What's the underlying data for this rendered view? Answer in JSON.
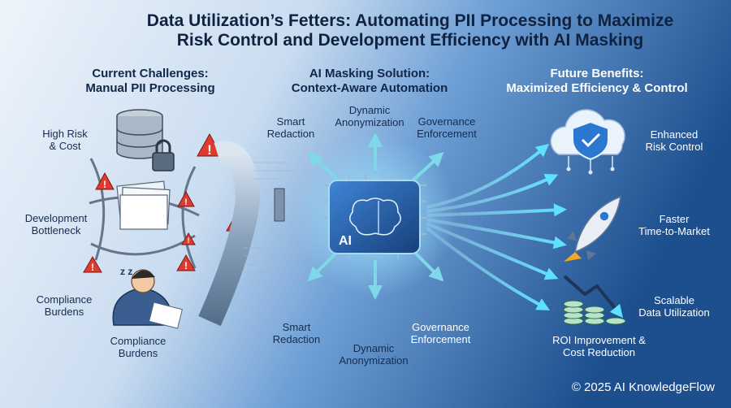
{
  "title": {
    "line1": "Data Utilization’s Fetters: Automating PII Processing to Maximize",
    "line2": "Risk Control and Development Efficiency with AI Masking"
  },
  "left": {
    "header_line1": "Current Challenges:",
    "header_line2": "Manual PII Processing",
    "items": [
      {
        "line1": "High Risk",
        "line2": "& Cost"
      },
      {
        "line1": "Development",
        "line2": "Bottleneck"
      },
      {
        "line1": "Compliance",
        "line2": "Burdens"
      },
      {
        "line1": "Compliance",
        "line2": "Burdens"
      }
    ]
  },
  "middle": {
    "header_line1": "AI Masking Solution:",
    "header_line2": "Context-Aware Automation",
    "chip_label": "AI",
    "top_labels": [
      {
        "line1": "Smart",
        "line2": "Redaction"
      },
      {
        "line1": "Dynamic",
        "line2": "Anonymization"
      },
      {
        "line1": "Governance",
        "line2": "Enforcement"
      }
    ],
    "bottom_labels": [
      {
        "line1": "Smart",
        "line2": "Redaction"
      },
      {
        "line1": "Dynamic",
        "line2": "Anonymization"
      },
      {
        "line1": "Governance",
        "line2": "Enforcement"
      }
    ]
  },
  "right": {
    "header_line1": "Future Benefits:",
    "header_line2": "Maximized Efficiency & Control",
    "items": [
      {
        "line1": "Enhanced",
        "line2": "Risk Control"
      },
      {
        "line1": "Faster",
        "line2": "Time-to-Market"
      },
      {
        "line1": "Scalable",
        "line2": "Data Utilization"
      },
      {
        "line1": "ROI Improvement &",
        "line2": "Cost Reduction"
      }
    ]
  },
  "footer": "© 2025 AI KnowledgeFlow",
  "colors": {
    "bg_left": "#eef4fb",
    "bg_right": "#1d4f8f",
    "accent_cyan": "#4fd3f2",
    "warning_red": "#e03a2f",
    "chip_blue": "#2e6fc2"
  }
}
